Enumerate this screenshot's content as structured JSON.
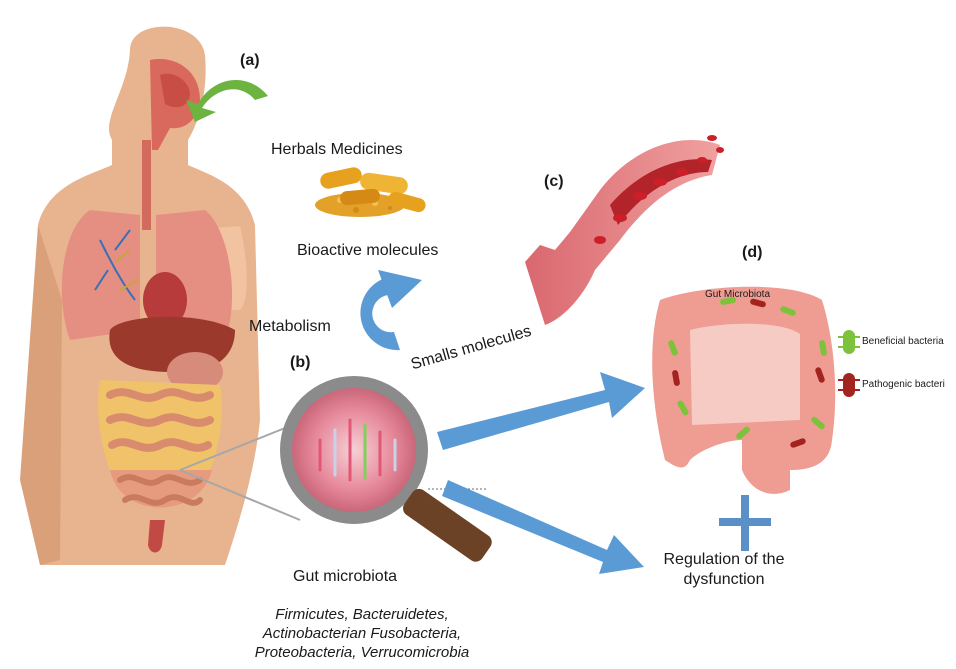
{
  "panels": {
    "a": "(a)",
    "b": "(b)",
    "c": "(c)",
    "d": "(d)"
  },
  "labels": {
    "herbal": "Herbals Medicines",
    "bioactive": "Bioactive molecules",
    "metabolism": "Metabolism",
    "small_molecules": "Smalls molecules",
    "gut_microbiota": "Gut microbiota",
    "colon_title": "Gut Microbiota",
    "beneficial": "Beneficial bacteria",
    "pathogenic": "Pathogenic bacteri",
    "regulation_line1": "Regulation of the",
    "regulation_line2": "dysfunction"
  },
  "phyla": [
    "Firmicutes, Bacteruidetes,",
    "Actinobacterian Fusobacteria,",
    "Proteobacteria, Verrucomicrobia"
  ],
  "colors": {
    "arrow_blue": "#5b9bd5",
    "arrow_green": "#6cb33f",
    "skin": "#e8b48f",
    "lung": "#e58f83",
    "liver": "#9b3a2c",
    "intestine": "#e79b7e",
    "vessel": "#e0787a",
    "blood": "#cc1f2a",
    "capsule": "#e6a21f",
    "beneficial": "#7dc23b",
    "pathogenic": "#a3241f",
    "colon": "#ef9c93",
    "regulation_cross": "#5b8fc7"
  }
}
